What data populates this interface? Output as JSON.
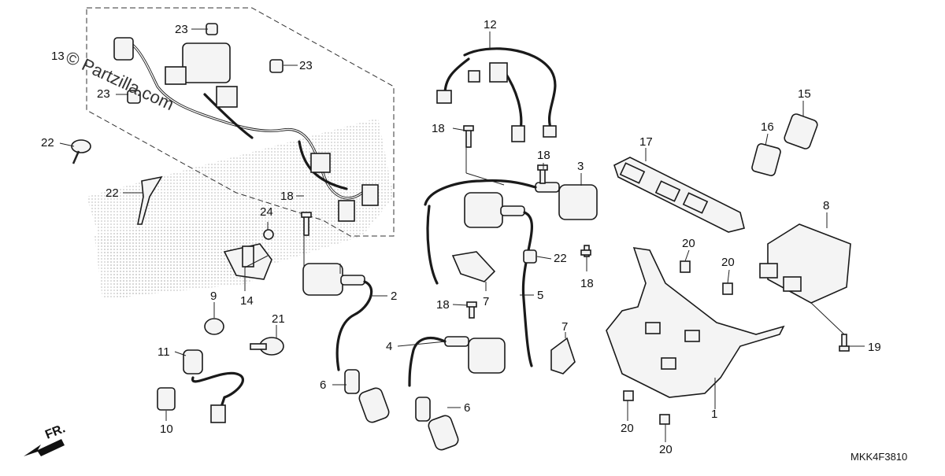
{
  "watermark": "© Partzilla.com",
  "diagram_code": "MKK4F3810",
  "direction_label": "FR.",
  "callouts": {
    "c1": "1",
    "c2": "2",
    "c3": "3",
    "c4": "4",
    "c5": "5",
    "c6a": "6",
    "c6b": "6",
    "c7a": "7",
    "c7b": "7",
    "c8": "8",
    "c9": "9",
    "c10": "10",
    "c11": "11",
    "c12": "12",
    "c13": "13",
    "c14": "14",
    "c15": "15",
    "c16": "16",
    "c17": "17",
    "c18a": "18",
    "c18b": "18",
    "c18c": "18",
    "c18d": "18",
    "c18e": "18",
    "c19": "19",
    "c20a": "20",
    "c20b": "20",
    "c20c": "20",
    "c20d": "20",
    "c21": "21",
    "c22a": "22",
    "c22b": "22",
    "c22c": "22",
    "c23a": "23",
    "c23b": "23",
    "c23c": "23",
    "c24": "24"
  }
}
